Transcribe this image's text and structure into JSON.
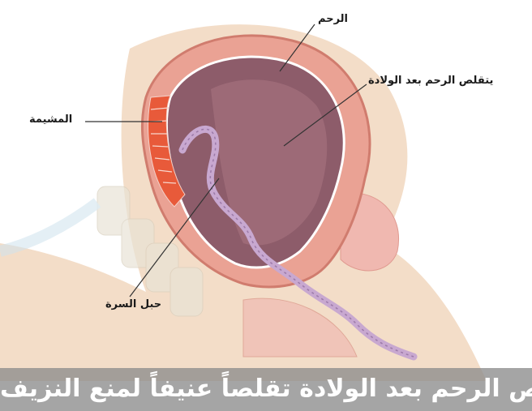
{
  "labels": {
    "uterus": "الرحم",
    "uterus_contracts": "يتقلص الرحم بعد الولادة",
    "placenta": "المشيمة",
    "umbilical_cord": "حبل السرة"
  },
  "caption": "يتقلص الرحم بعد الولادة تقلصاً عنيفاً لمنع النزيف",
  "colors": {
    "skin": "#f2dcc8",
    "uterus_wall": "#e8a090",
    "uterus_cavity": "#8a5a68",
    "placenta": "#e85a3a",
    "cord": "#c8a8d0",
    "caption_bg": "#8c8c8c"
  }
}
